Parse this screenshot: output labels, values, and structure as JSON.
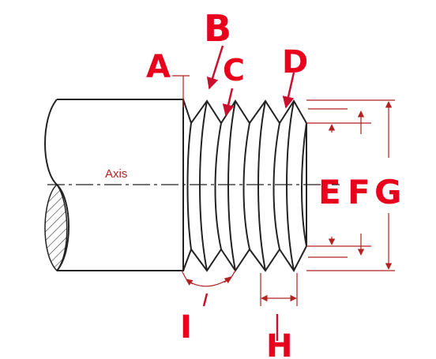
{
  "diagram": {
    "axis_label": "Axis",
    "labels": {
      "A": "A",
      "B": "B",
      "C": "C",
      "D": "D",
      "E": "E",
      "F": "F",
      "G": "G",
      "H": "H",
      "I": "I"
    },
    "colors": {
      "outline": "#222222",
      "dimension": "#b22222",
      "handwriting": "#e8001c"
    }
  }
}
